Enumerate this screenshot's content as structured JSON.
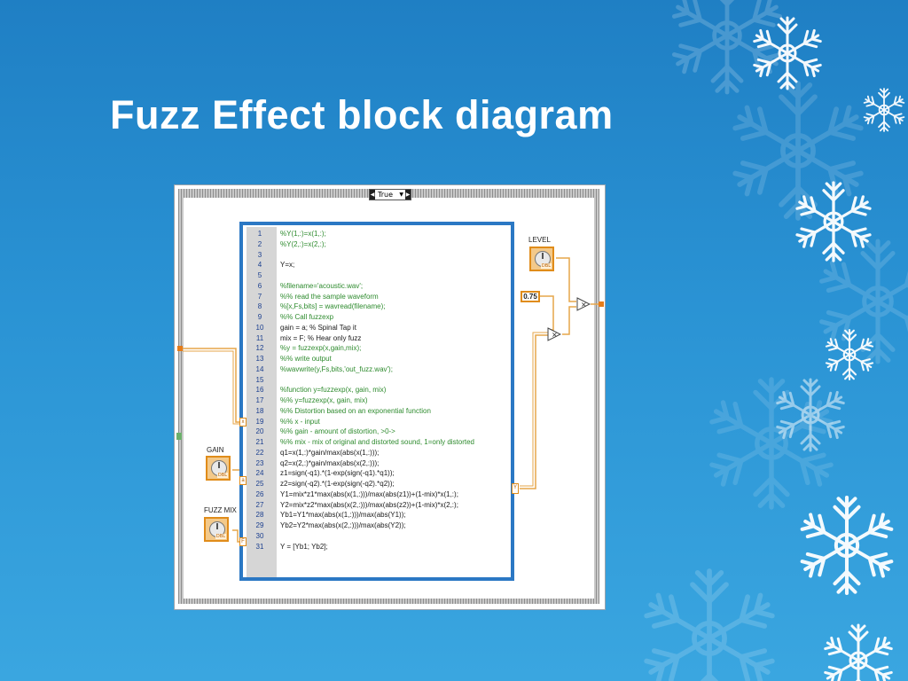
{
  "slide": {
    "title": "Fuzz Effect block diagram"
  },
  "case_structure": {
    "selector_value": "True"
  },
  "controls": {
    "gain": {
      "label": "GAIN",
      "type_badge": "DBL",
      "terminal": "a"
    },
    "fuzz_mix": {
      "label": "FUZZ MIX",
      "type_badge": "DBL",
      "terminal": "F"
    },
    "level": {
      "label": "LEVEL",
      "type_badge": "DBL"
    }
  },
  "terminals": {
    "x_in": "x",
    "y_out": "Y"
  },
  "constant": {
    "value": "0.75"
  },
  "multiply_symbol": "×",
  "mathscript": {
    "lines": [
      {
        "n": "1",
        "code": "%Y(1,:)=x(1,:);",
        "type": "comment"
      },
      {
        "n": "2",
        "code": "%Y(2,:)=x(2,:);",
        "type": "comment"
      },
      {
        "n": "3",
        "code": "",
        "type": "plain"
      },
      {
        "n": "4",
        "code": "Y=x;",
        "type": "plain"
      },
      {
        "n": "5",
        "code": "",
        "type": "plain"
      },
      {
        "n": "6",
        "code": "%filename='acoustic.wav';",
        "type": "comment"
      },
      {
        "n": "7",
        "code": "%% read the sample waveform",
        "type": "comment"
      },
      {
        "n": "8",
        "code": "%[x,Fs,bits] = wavread(filename);",
        "type": "comment"
      },
      {
        "n": "9",
        "code": "%% Call fuzzexp",
        "type": "comment"
      },
      {
        "n": "10",
        "code": "gain = a; % Spinal Tap it",
        "type": "plain"
      },
      {
        "n": "11",
        "code": "mix = F; % Hear only fuzz",
        "type": "plain"
      },
      {
        "n": "12",
        "code": "%y = fuzzexp(x,gain,mix);",
        "type": "comment"
      },
      {
        "n": "13",
        "code": "%% write output",
        "type": "comment"
      },
      {
        "n": "14",
        "code": "%wavwrite(y,Fs,bits,'out_fuzz.wav');",
        "type": "comment"
      },
      {
        "n": "15",
        "code": "",
        "type": "plain"
      },
      {
        "n": "16",
        "code": "%function y=fuzzexp(x, gain, mix)",
        "type": "comment"
      },
      {
        "n": "17",
        "code": "%% y=fuzzexp(x, gain, mix)",
        "type": "comment"
      },
      {
        "n": "18",
        "code": "%% Distortion based on an exponential function",
        "type": "comment"
      },
      {
        "n": "19",
        "code": "%% x - input",
        "type": "comment"
      },
      {
        "n": "20",
        "code": "%% gain - amount of distortion, >0->",
        "type": "comment"
      },
      {
        "n": "21",
        "code": "%% mix - mix of original and distorted sound, 1=only distorted",
        "type": "comment"
      },
      {
        "n": "22",
        "code": "q1=x(1,:)*gain/max(abs(x(1,:)));",
        "type": "plain"
      },
      {
        "n": "23",
        "code": "q2=x(2,:)*gain/max(abs(x(2,:)));",
        "type": "plain"
      },
      {
        "n": "24",
        "code": "z1=sign(-q1).*(1-exp(sign(-q1).*q1));",
        "type": "plain"
      },
      {
        "n": "25",
        "code": "z2=sign(-q2).*(1-exp(sign(-q2).*q2));",
        "type": "plain"
      },
      {
        "n": "26",
        "code": "Y1=mix*z1*max(abs(x(1,:)))/max(abs(z1))+(1-mix)*x(1,:);",
        "type": "plain"
      },
      {
        "n": "27",
        "code": "Y2=mix*z2*max(abs(x(2,:)))/max(abs(z2))+(1-mix)*x(2,:);",
        "type": "plain"
      },
      {
        "n": "28",
        "code": "Yb1=Y1*max(abs(x(1,:)))/max(abs(Y1));",
        "type": "plain"
      },
      {
        "n": "29",
        "code": "Yb2=Y2*max(abs(x(2,:)))/max(abs(Y2));",
        "type": "plain"
      },
      {
        "n": "30",
        "code": "",
        "type": "plain"
      },
      {
        "n": "31",
        "code": "Y = [Yb1; Yb2];",
        "type": "plain"
      }
    ]
  },
  "colors": {
    "background_top": "#1f7fc4",
    "background_bottom": "#3aa6e0",
    "node_border": "#2b78c4",
    "wire": "#e6a64a",
    "comment_text": "#2e8b2e",
    "line_number": "#1b3f8f"
  }
}
